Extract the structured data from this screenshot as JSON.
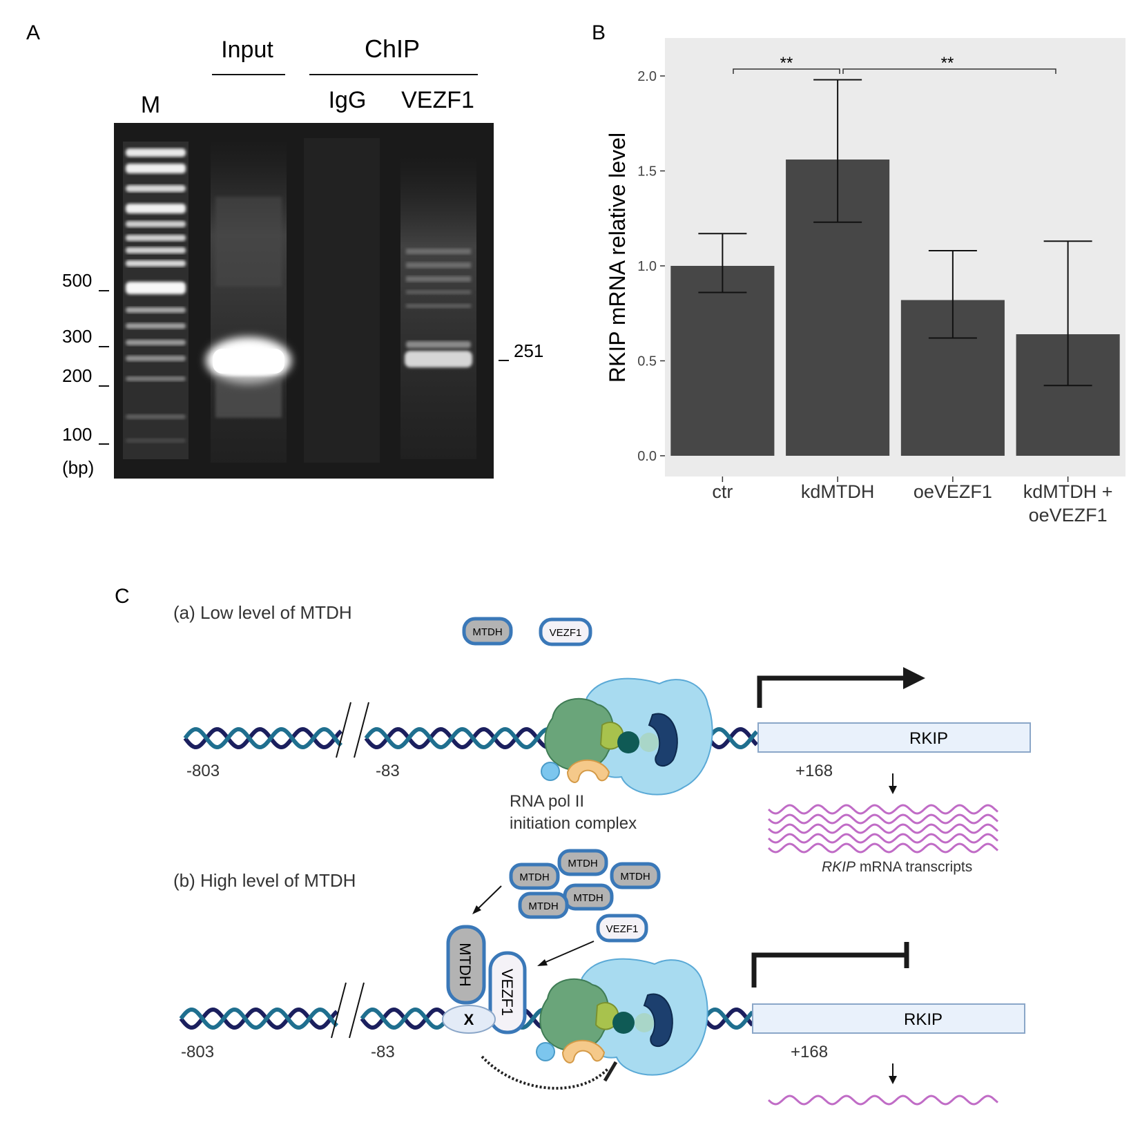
{
  "panel_a": {
    "panel_label": "A",
    "lane_header_input": "Input",
    "lane_header_chip": "ChIP",
    "lane_marker": "M",
    "lane_igg": "IgG",
    "lane_vezf1": "VEZF1",
    "ladder_labels": [
      "500",
      "300",
      "200",
      "100"
    ],
    "unit_label": "(bp)",
    "band_size_label": "251"
  },
  "panel_b": {
    "panel_label": "B",
    "significance": [
      "**",
      "**"
    ],
    "chart_data": {
      "type": "bar",
      "categories": [
        "ctr",
        "kdMTDH",
        "oeVEZF1",
        "kdMTDH + oeVEZF1"
      ],
      "category_lines": [
        [
          "ctr"
        ],
        [
          "kdMTDH"
        ],
        [
          "oeVEZF1"
        ],
        [
          "kdMTDH +",
          "oeVEZF1"
        ]
      ],
      "values": [
        1.0,
        1.56,
        0.82,
        0.64
      ],
      "error_low": [
        0.86,
        1.23,
        0.62,
        0.37
      ],
      "error_high": [
        1.17,
        1.98,
        1.08,
        1.13
      ],
      "ylabel": "RKIP mRNA relative level",
      "xlabel": "",
      "ylim": [
        0,
        2.15
      ],
      "yticks": [
        "0.0",
        "0.5",
        "1.0",
        "1.5",
        "2.0"
      ],
      "ytick_values": [
        0,
        0.5,
        1.0,
        1.5,
        2.0
      ],
      "grid": false,
      "bar_color": "#474747",
      "panel_background": "#ebebeb"
    }
  },
  "panel_c": {
    "panel_label": "C",
    "scenario_a_title": "(a) Low level of MTDH",
    "scenario_b_title": "(b) High level of MTDH",
    "protein_mtdh": "MTDH",
    "protein_vezf1": "VEZF1",
    "gene_name": "RKIP",
    "position_upstream": "-803",
    "position_proximal": "-83",
    "position_downstream": "+168",
    "complex_label_line1": "RNA pol II",
    "complex_label_line2": "initiation complex",
    "transcripts_gene_italic": "RKIP",
    "transcripts_label": " mRNA transcripts",
    "factor_x": "X",
    "colors": {
      "dna_dark": "#1b1f5e",
      "dna_light": "#1f6f8f",
      "mrna": "#c06cc6",
      "gene_box": "#e9f1fb",
      "protein_border": "#3a78b8"
    }
  }
}
